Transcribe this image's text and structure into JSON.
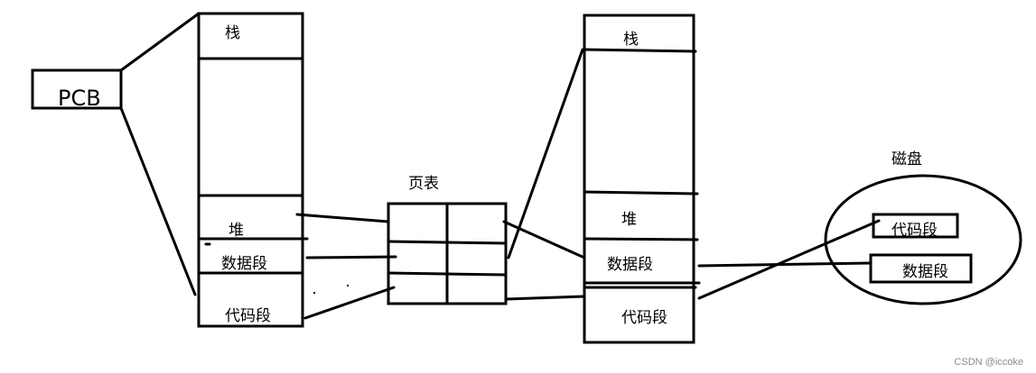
{
  "pcb": {
    "label": "PCB"
  },
  "virtual_space": {
    "stack": "栈",
    "heap": "堆",
    "data_segment": "数据段",
    "code_segment": "代码段"
  },
  "page_table": {
    "title": "页表"
  },
  "physical_memory": {
    "stack": "栈",
    "heap": "堆",
    "data_segment": "数据段",
    "code_segment": "代码段"
  },
  "disk": {
    "title": "磁盘",
    "code_segment": "代码段",
    "data_segment": "数据段"
  },
  "watermark": "CSDN @iccoke"
}
